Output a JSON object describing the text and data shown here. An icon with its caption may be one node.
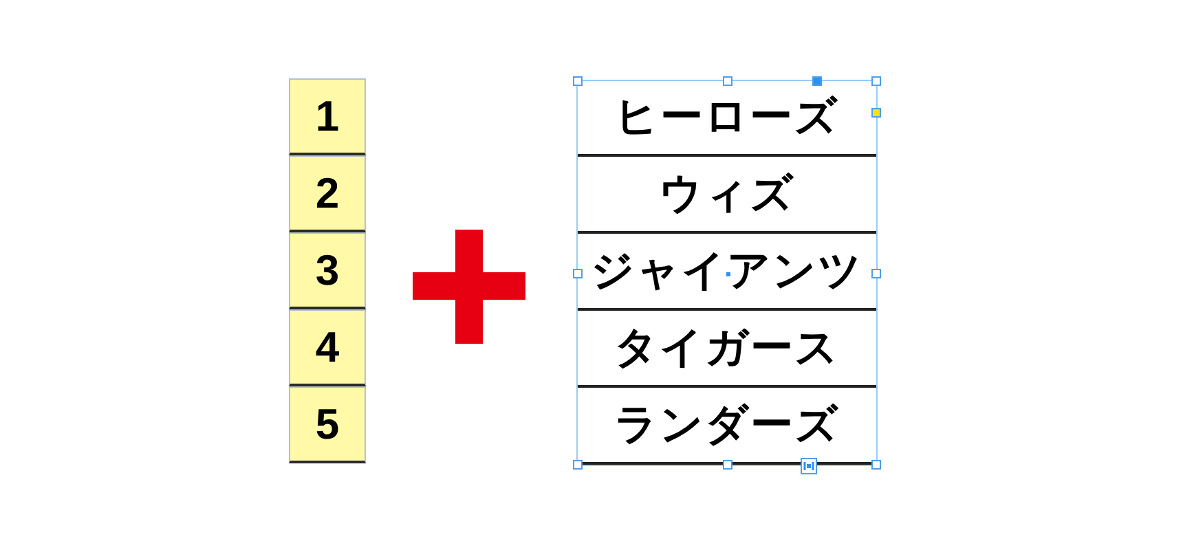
{
  "diagram": {
    "nodes": [
      {
        "text": [
          "1"
        ]
      },
      {
        "text": [
          "2"
        ]
      },
      {
        "text": [
          "3"
        ]
      },
      {
        "text": [
          "4"
        ]
      },
      {
        "text": [
          "5"
        ]
      },
      {
        "text": [
          "ヒーローズ"
        ]
      },
      {
        "text": [
          "ウィズ"
        ]
      },
      {
        "text": [
          "ジャイアンツ"
        ]
      },
      {
        "text": [
          "タイガース"
        ]
      },
      {
        "text": [
          "ランダーズ"
        ]
      }
    ]
  }
}
